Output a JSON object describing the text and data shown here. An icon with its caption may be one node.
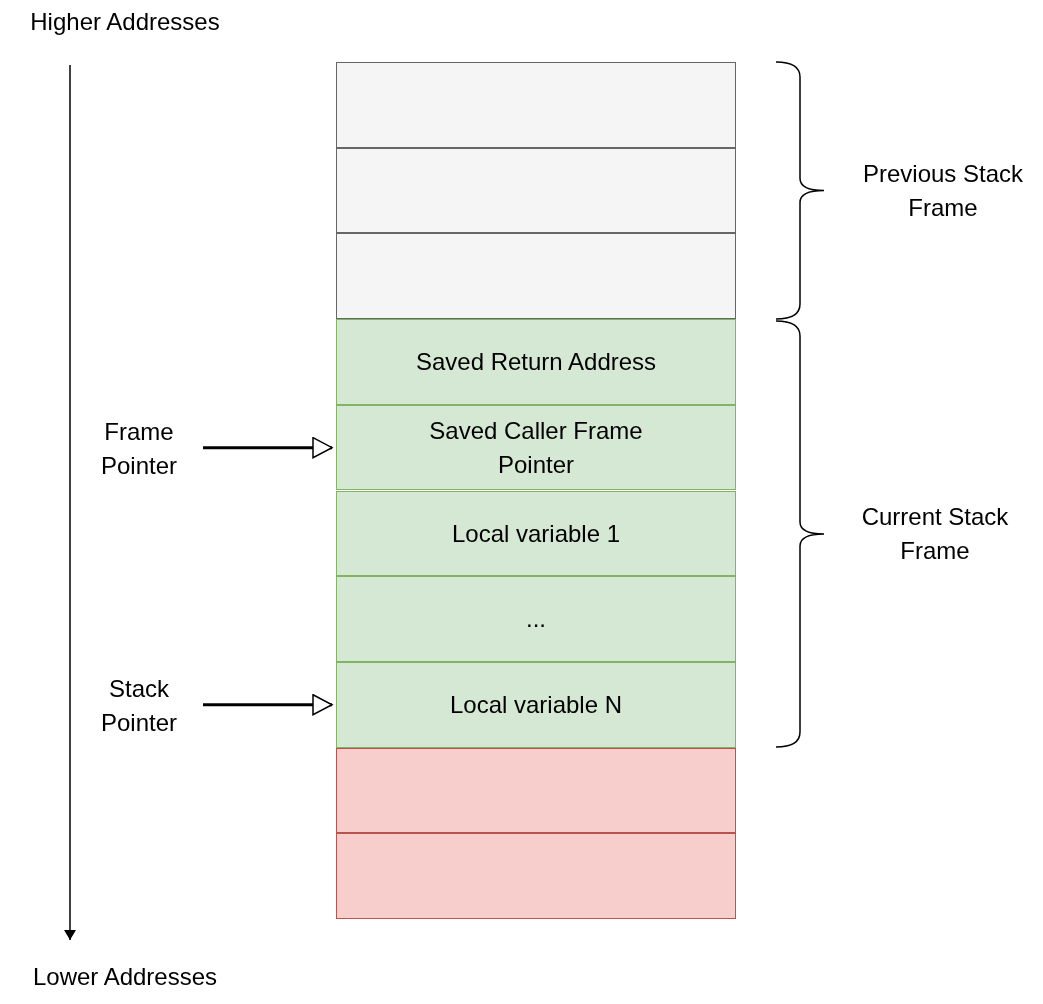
{
  "diagram": {
    "nodes": [
      {
        "text": [],
        "shape": "box"
      },
      {
        "text": [],
        "shape": "box"
      },
      {
        "text": [],
        "shape": "box"
      },
      {
        "text": [
          "Saved Return Address"
        ]
      },
      {
        "text": [
          "Saved Caller Frame Pointer"
        ]
      },
      {
        "text": [
          "Local variable 1"
        ]
      },
      {
        "text": [
          "..."
        ]
      },
      {
        "text": [
          "Local variable N"
        ]
      },
      {
        "text": [],
        "shape": "box"
      },
      {
        "text": [],
        "shape": "box"
      },
      {
        "text": [
          "Frame Pointer"
        ]
      },
      {
        "text": [
          "Stack Pointer"
        ]
      }
    ],
    "edges": [
      {
        "from": 10,
        "to": 4,
        "arrow": "to"
      },
      {
        "from": 11,
        "to": 7,
        "arrow": "to"
      }
    ],
    "labels": [
      "Higher Addresses",
      "Previous Stack Frame",
      "Current Stack Frame",
      "Lower Addresses"
    ]
  }
}
